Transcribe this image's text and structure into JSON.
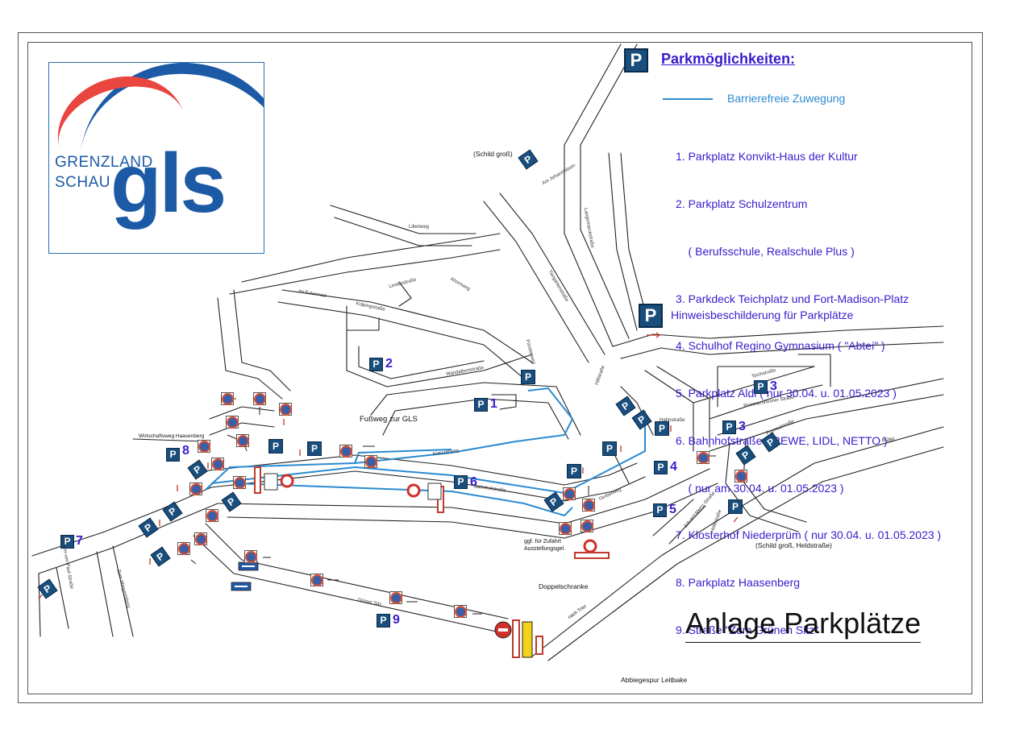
{
  "logo": {
    "line1": "GRENZLAND",
    "line2": "SCHAU",
    "wordmark": "gls",
    "colors": {
      "blue": "#1d5aa6",
      "red": "#e8463f"
    }
  },
  "legend": {
    "p_symbol": "P",
    "title": "Parkmöglichkeiten:",
    "line_label": "Barrierefreie Zuwegung",
    "items": [
      "1. Parkplatz Konvikt-Haus der Kultur",
      "2. Parkplatz Schulzentrum",
      "    ( Berufsschule, Realschule Plus )",
      "3. Parkdeck Teichplatz und Fort-Madison-Platz",
      "4. Schulhof Regino Gymnasium ( \"Abtei\" )",
      "5. Parkplatz Aldi ( nur 30.04. u. 01.05.2023 )",
      "6. Bahnhofstraße ( REWE, LIDL, NETTO )",
      "    ( nur am 30.04. u. 01.05.2023 )",
      "7. Klosterhof Niederprüm ( nur 30.04. u. 01.05.2023 )",
      "8. Parkplatz Haasenberg",
      "9. Straße \"Zum Grünen Sitz\""
    ],
    "hint_label": "Hinweisbeschilderung für Parkplätze",
    "colors": {
      "purple": "#3a1bcc",
      "path_blue": "#2a8ad0",
      "sign_blue": "#1a4e7d",
      "sign_red": "#e05030"
    }
  },
  "map": {
    "parking_labels": [
      "2",
      "1",
      "8",
      "6",
      "3",
      "3",
      "4",
      "5",
      "7",
      "9"
    ],
    "annotations": {
      "schild_gross": "(Schild groß)",
      "schild_held": "(Schild groß, Heldstraße)",
      "fussweg": "Fußweg zur GLS",
      "wirtschaftsweg": "Wirtschaftsweg Haasenberg",
      "zufahrt": "ggf. für Zufahrt\nAusstellungsgel.",
      "doppelschranke": "Doppelschranke",
      "leitbake": "Abbiegespur Leitbake",
      "b265": "B 265",
      "nach_trier": "nach Trier"
    },
    "streets": {
      "lilienweg": "Lilienweg",
      "im_eulennest": "Im Eulennest",
      "kolpingstrasse": "Kolpingstraße",
      "ahornweg": "Ahornweg",
      "lindenstrasse": "Lindenstraße",
      "wandalbertstrasse": "Wandalbertstraße",
      "bahnhofstrasse": "Bahnhofstraße",
      "kreuzerweg": "Kreuzerweg",
      "gerberweg": "Gerberweg",
      "gruener_sitz": "Grüner Sitz",
      "hahnstrasse": "Hahnstraße",
      "am_johannisborn": "Am Johannisborn",
      "fuerstenweg": "Fürstenweg",
      "langemarckstrasse": "Langemarckstraße",
      "hillstrasse": "Hillstraße",
      "tiergartenstrasse": "Tiergartenstraße",
      "teichstrasse": "Teichstraße",
      "rommersheimer": "Rommersheimer Straße",
      "prumtalstrasse": "Prümtalstraße",
      "zum_wingertsberg": "Zum Wingertsberg",
      "vincent_von_paul": "Vincent-von-Paul-Straße",
      "eduard_mertz": "Eduard-Mertz-Straße",
      "heldstrasse": "Heldstraße"
    }
  },
  "document_title": "Anlage Parkplätze"
}
